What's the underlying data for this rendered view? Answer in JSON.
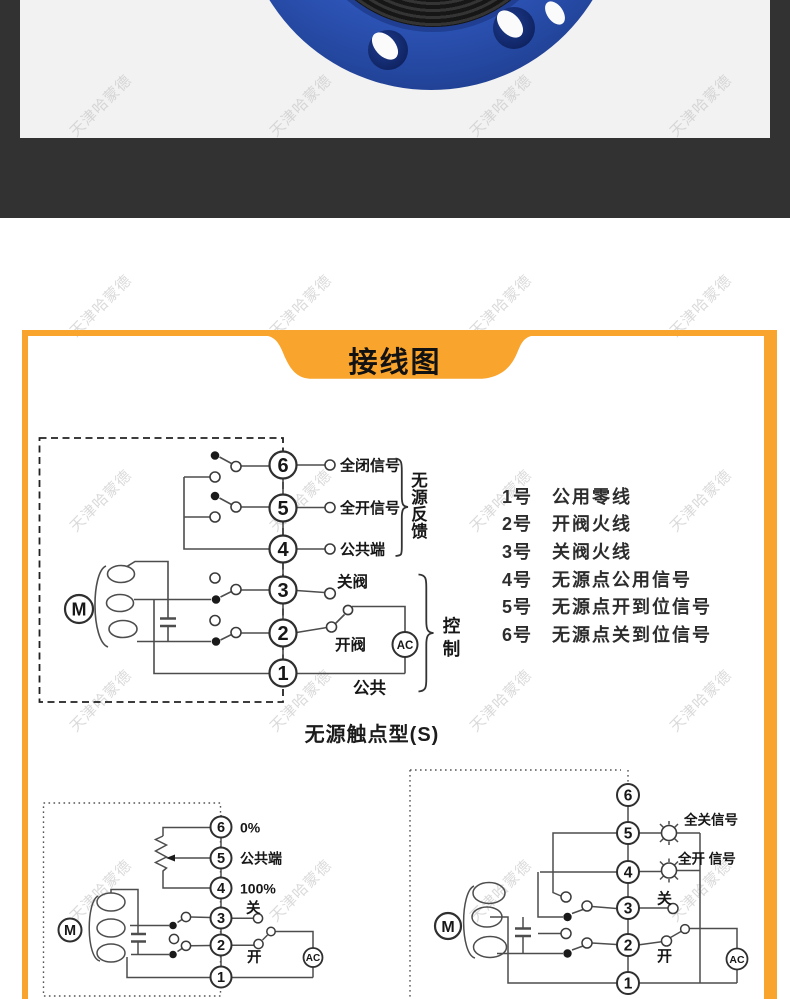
{
  "section": {
    "title": "接线图"
  },
  "watermark": {
    "text": "天津哈蒙德"
  },
  "colors": {
    "accent_orange": "#F9A42C",
    "band_dark": "#323232",
    "flange_blue": "#2f57bd"
  },
  "terminal_list": {
    "rows": [
      {
        "no": "1号",
        "label": "公用零线"
      },
      {
        "no": "2号",
        "label": "开阀火线"
      },
      {
        "no": "3号",
        "label": "关阀火线"
      },
      {
        "no": "4号",
        "label": "无源点公用信号"
      },
      {
        "no": "5号",
        "label": "无源点开到位信号"
      },
      {
        "no": "6号",
        "label": "无源点关到位信号"
      }
    ]
  },
  "diagrams": {
    "main": {
      "caption": "无源触点型(S)",
      "terminals": [
        "6",
        "5",
        "4",
        "3",
        "2",
        "1"
      ],
      "labels": {
        "full_close_signal": "全闭信号",
        "full_open_signal": "全开信号",
        "common_terminal": "公共端",
        "close_valve": "关阀",
        "open_valve": "开阀",
        "common": "公共",
        "ac": "AC",
        "motor": "M"
      },
      "group_feedback_chars": [
        "无",
        "源",
        "反",
        "馈"
      ],
      "group_control_chars": [
        "控",
        "制"
      ]
    },
    "bottom_left": {
      "terminals": [
        "6",
        "5",
        "4",
        "3",
        "2",
        "1"
      ],
      "labels": {
        "zero_percent": "0%",
        "common_terminal": "公共端",
        "hundred_percent": "100%",
        "close": "关",
        "open": "开",
        "ac": "AC",
        "motor": "M"
      }
    },
    "bottom_right": {
      "terminals": [
        "6",
        "5",
        "4",
        "3",
        "2",
        "1"
      ],
      "labels": {
        "full_close_signal": "全关信号",
        "full_open_signal": "全开 信号",
        "close": "关",
        "open": "开",
        "ac": "AC",
        "motor": "M"
      }
    }
  }
}
